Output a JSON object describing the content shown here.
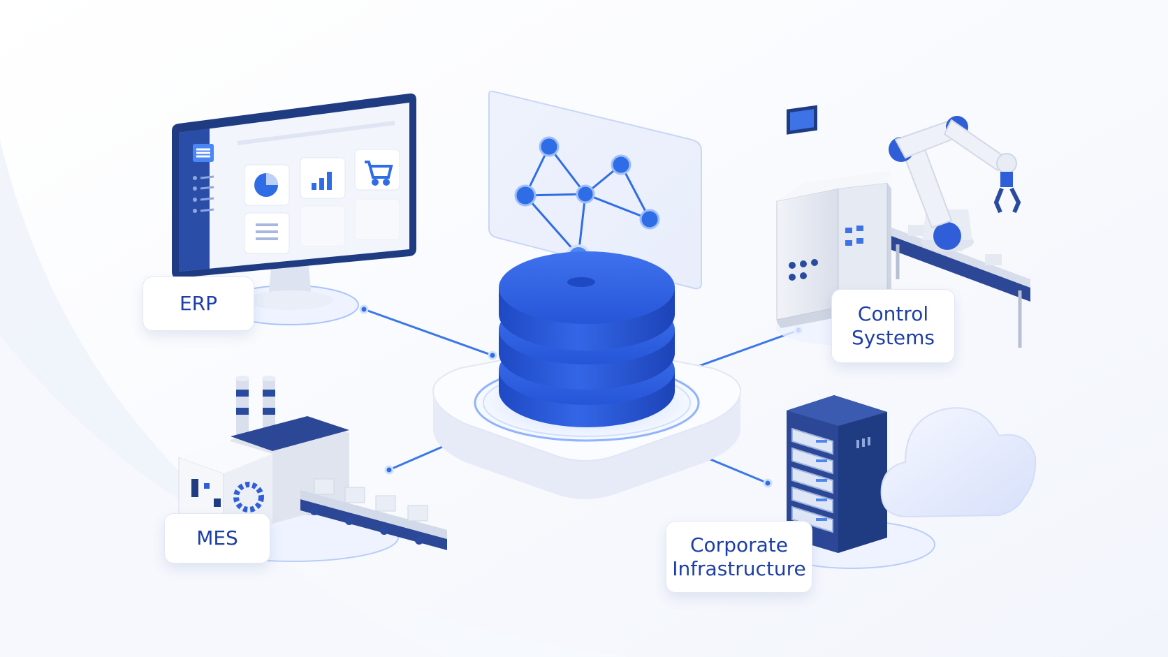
{
  "nodes": {
    "erp": {
      "label": "ERP"
    },
    "control_systems": {
      "label_line1": "Control",
      "label_line2": "Systems"
    },
    "mes": {
      "label": "MES"
    },
    "corporate_infrastructure": {
      "label_line1": "Corporate",
      "label_line2": "Infrastructure"
    }
  },
  "colors": {
    "primary_blue": "#2f5ed8",
    "dark_navy": "#233d85",
    "connector_blue": "#3a78e8",
    "label_text": "#1d3ea6",
    "background": "#ffffff"
  },
  "icons": [
    "monitor-icon",
    "pie-chart-icon",
    "bar-chart-icon",
    "cart-icon",
    "document-icon",
    "network-graph-icon",
    "database-icon",
    "robot-arm-icon",
    "control-cabinet-icon",
    "factory-icon",
    "gear-icon",
    "conveyor-icon",
    "server-rack-icon",
    "cloud-icon"
  ]
}
